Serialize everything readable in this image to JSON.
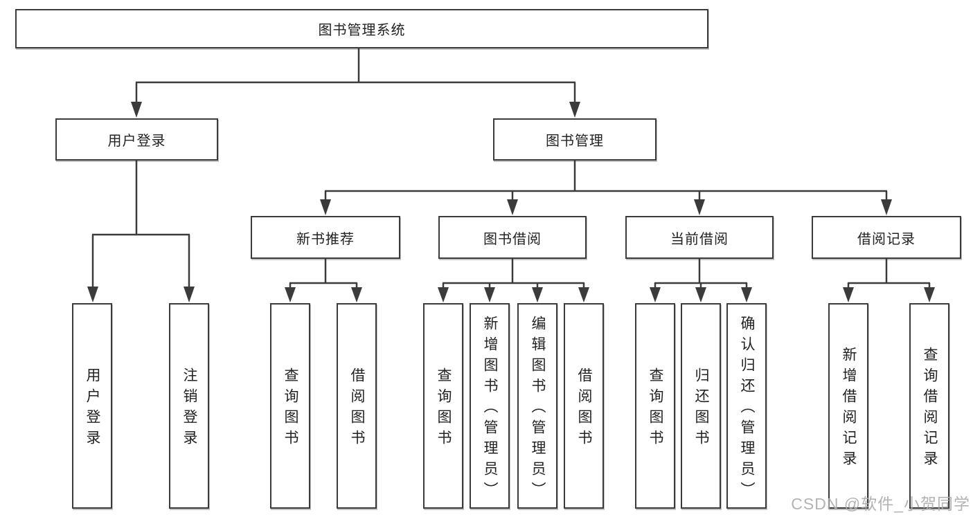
{
  "title": "图书管理系统",
  "level2": [
    {
      "label": "用户登录"
    },
    {
      "label": "图书管理"
    }
  ],
  "level3": [
    {
      "label": "新书推荐"
    },
    {
      "label": "图书借阅"
    },
    {
      "label": "当前借阅"
    },
    {
      "label": "借阅记录"
    }
  ],
  "leaves": [
    {
      "label": "用户登录"
    },
    {
      "label": "注销登录"
    },
    {
      "label": "查询图书"
    },
    {
      "label": "借阅图书"
    },
    {
      "label": "查询图书"
    },
    {
      "label": "新增图书（管理员）"
    },
    {
      "label": "编辑图书（管理员）"
    },
    {
      "label": "借阅图书"
    },
    {
      "label": "查询图书"
    },
    {
      "label": "归还图书"
    },
    {
      "label": "确认归还（管理员）"
    },
    {
      "label": "新增借阅记录"
    },
    {
      "label": "查询借阅记录"
    }
  ],
  "watermark": "CSDN @软件_小贺同学",
  "colors": {
    "line": "#3b3b3b",
    "text": "#222222",
    "watermark": "#adadad"
  }
}
